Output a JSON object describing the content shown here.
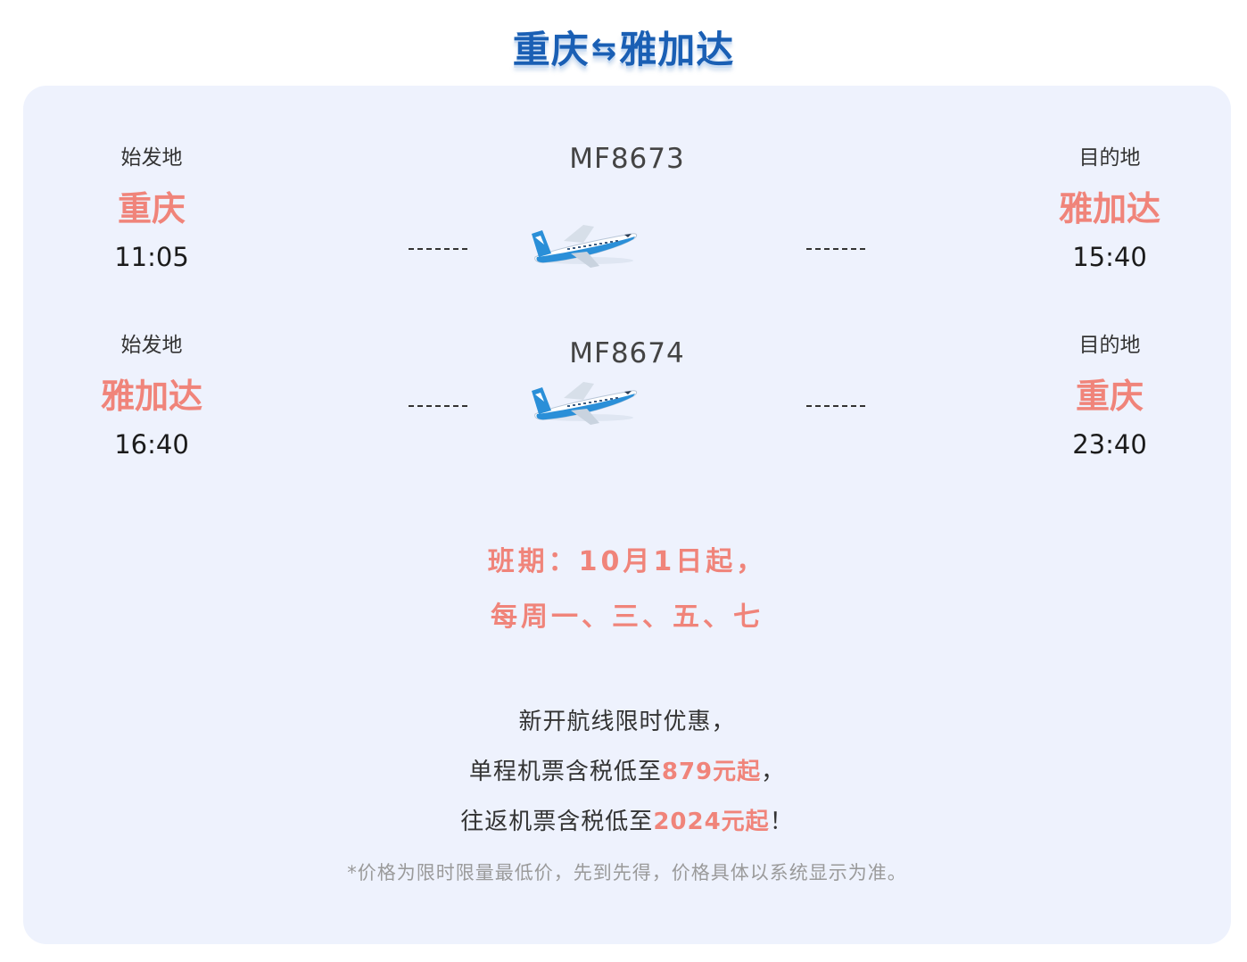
{
  "header": {
    "origin": "重庆",
    "arrows": "⇆",
    "destination": "雅加达"
  },
  "flights": [
    {
      "origin_label": "始发地",
      "origin_city": "重庆",
      "depart_time": "11:05",
      "code": "MF8673",
      "dest_label": "目的地",
      "dest_city": "雅加达",
      "arrive_time": "15:40"
    },
    {
      "origin_label": "始发地",
      "origin_city": "雅加达",
      "depart_time": "16:40",
      "code": "MF8674",
      "dest_label": "目的地",
      "dest_city": "重庆",
      "arrive_time": "23:40"
    }
  ],
  "schedule": {
    "line1": "班期：10月1日起，",
    "line2": "每周一、三、五、七"
  },
  "promo": {
    "line1": "新开航线限时优惠，",
    "line2_prefix": "单程机票含税低至",
    "line2_price": "879元起",
    "line2_suffix": "，",
    "line3_prefix": "往返机票含税低至",
    "line3_price": "2024元起",
    "line3_suffix": "！"
  },
  "note": "*价格为限时限量最低价，先到先得，价格具体以系统显示为准。",
  "colors": {
    "title_blue": "#1a5fb4",
    "accent_salmon": "#f0847a",
    "card_bg": "#eef2fd",
    "plane_blue": "#2a8fd8"
  },
  "icons": {
    "plane": "airplane-icon"
  }
}
